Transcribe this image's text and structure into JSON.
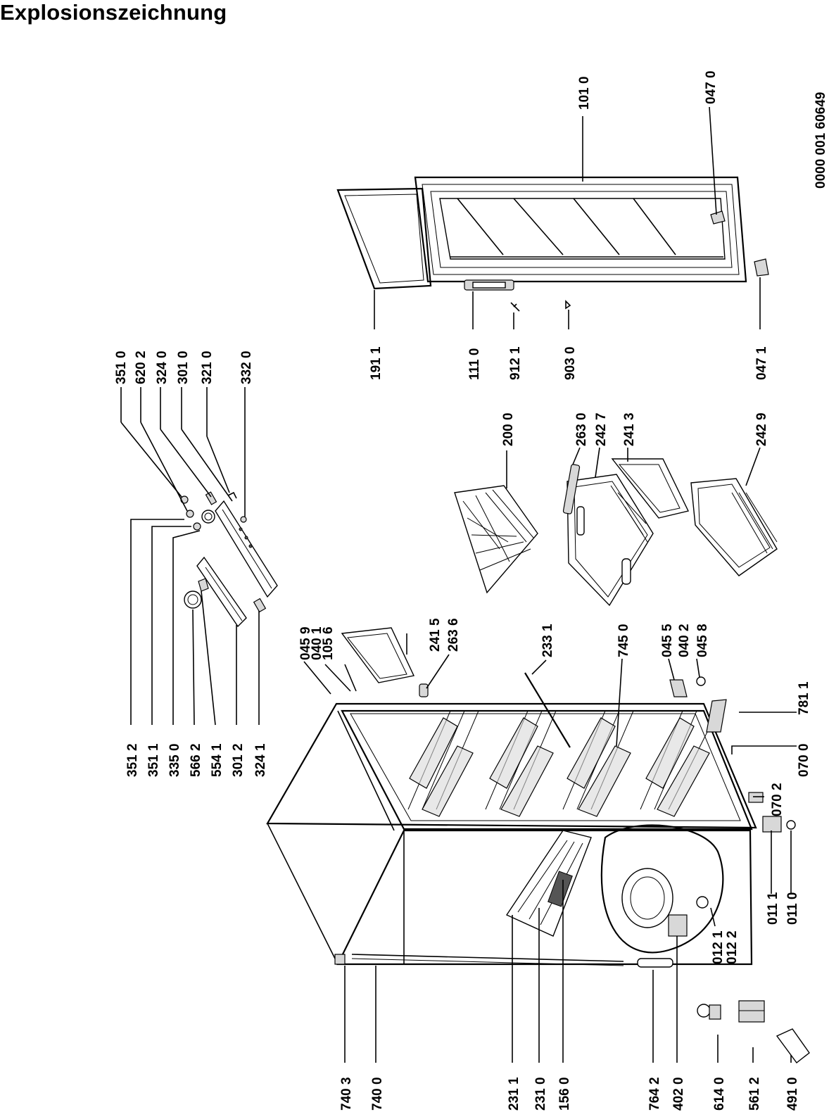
{
  "title": "Explosionszeichnung",
  "drawing_number": "0000 001 60649",
  "part_labels": [
    "351 0",
    "620 2",
    "324 0",
    "301 0",
    "321 0",
    "332 0",
    "351 2",
    "351 1",
    "335 0",
    "566 2",
    "554 1",
    "301 2",
    "324 1",
    "191 1",
    "111 0",
    "912 1",
    "903 0",
    "047 1",
    "101 0",
    "047 0",
    "200 0",
    "263 0",
    "242 7",
    "241 3",
    "242 9",
    "045 9",
    "040 1",
    "105 6",
    "241 5",
    "263 6",
    "233 1",
    "745 0",
    "045 5",
    "040 2",
    "045 8",
    "781 1",
    "070 0",
    "070 2",
    "011 1",
    "011 0",
    "012 1",
    "012 2",
    "740 3",
    "740 0",
    "231 1",
    "231 0",
    "156 0",
    "764 2",
    "402 0",
    "614 0",
    "561 2",
    "491 0"
  ]
}
